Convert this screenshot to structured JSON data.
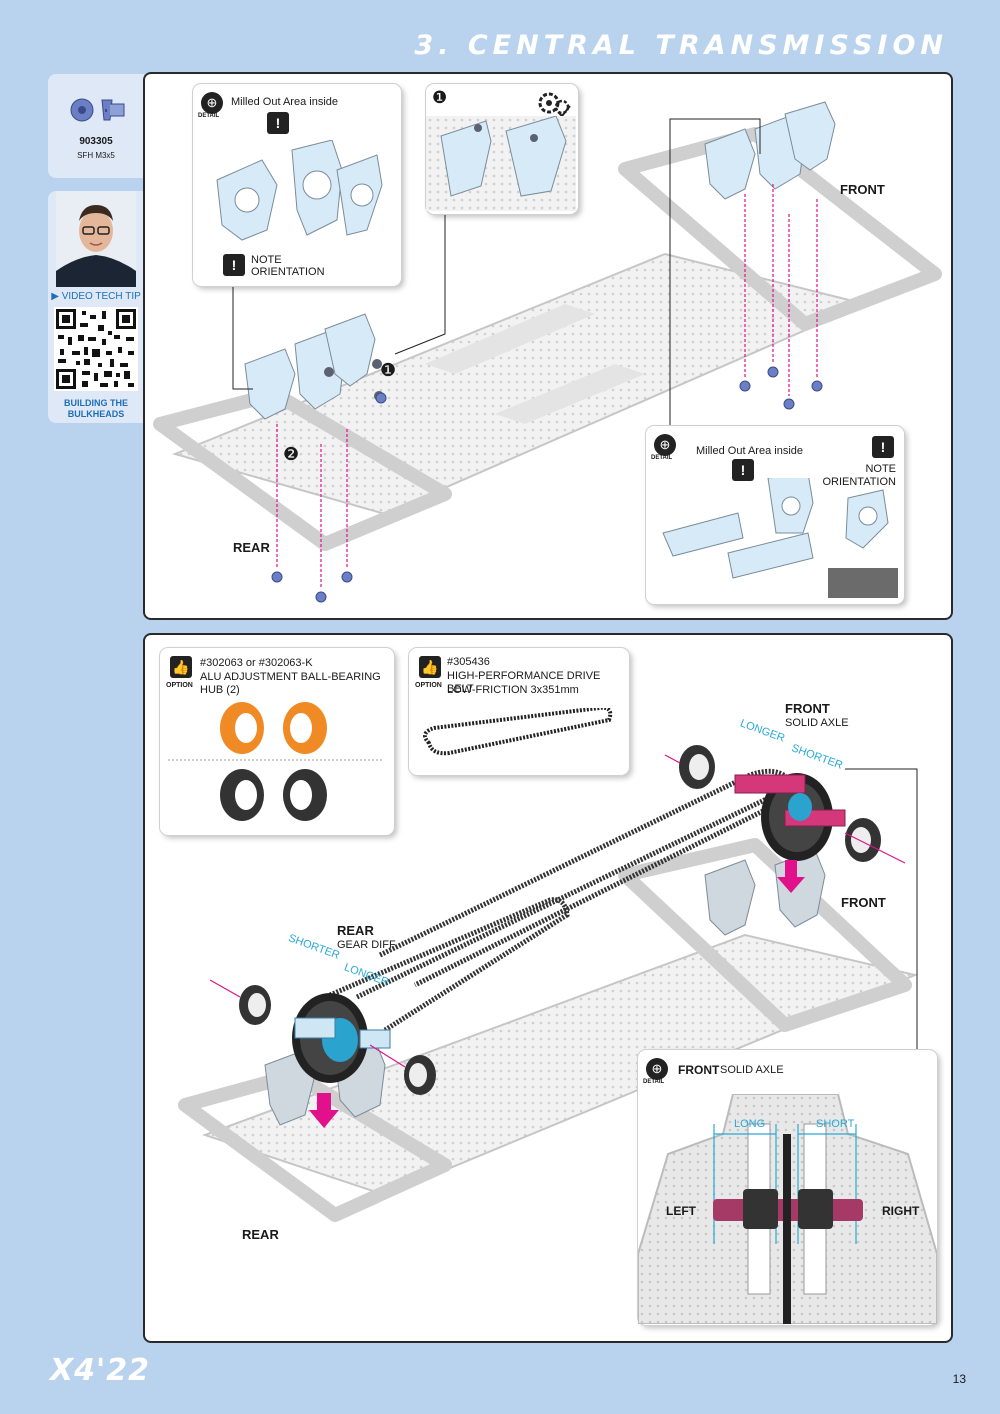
{
  "header": {
    "title": "3. CENTRAL TRANSMISSION"
  },
  "footer": {
    "brand": "X4'22",
    "page_number": "13"
  },
  "sidebar": {
    "part": {
      "number": "903305",
      "desc": "SFH M3x5"
    },
    "video": {
      "label": "VIDEO TECH TIP",
      "caption_line1": "BUILDING THE",
      "caption_line2": "BULKHEADS"
    }
  },
  "step1": {
    "detail_label": "DETAIL",
    "callout_a": {
      "milled": "Milled Out Area inside",
      "note_line1": "NOTE",
      "note_line2": "ORIENTATION"
    },
    "callout_b": {
      "step": "❶"
    },
    "callout_c": {
      "milled": "Milled Out Area inside",
      "note_line1": "NOTE",
      "note_line2": "ORIENTATION"
    },
    "label_front": "FRONT",
    "label_rear": "REAR",
    "marker1": "❶",
    "marker2": "❷"
  },
  "step2": {
    "option_label": "OPTION",
    "option_a": {
      "line1": "#302063 or #302063-K",
      "line2": "ALU ADJUSTMENT BALL-BEARING HUB (2)"
    },
    "option_b": {
      "line1": "#305436",
      "line2": "HIGH-PERFORMANCE DRIVE BELT",
      "line3": "LOW-FRICTION 3x351mm"
    },
    "front_axle": {
      "title": "FRONT",
      "sub": "SOLID AXLE",
      "longer": "LONGER",
      "shorter": "SHORTER"
    },
    "rear_diff": {
      "title": "REAR",
      "sub": "GEAR DIFF",
      "longer": "LONGER",
      "shorter": "SHORTER"
    },
    "label_front": "FRONT",
    "label_rear": "REAR",
    "detail": {
      "title": "FRONT",
      "sub": "SOLID AXLE",
      "long": "LONG",
      "short": "SHORT",
      "left": "LEFT",
      "right": "RIGHT"
    }
  },
  "colors": {
    "background": "#b9d3ee",
    "accent_pink": "#e0118a",
    "accent_blue": "#29a9d6",
    "part_blue": "#cfe6f5",
    "orange": "#f08a24"
  }
}
